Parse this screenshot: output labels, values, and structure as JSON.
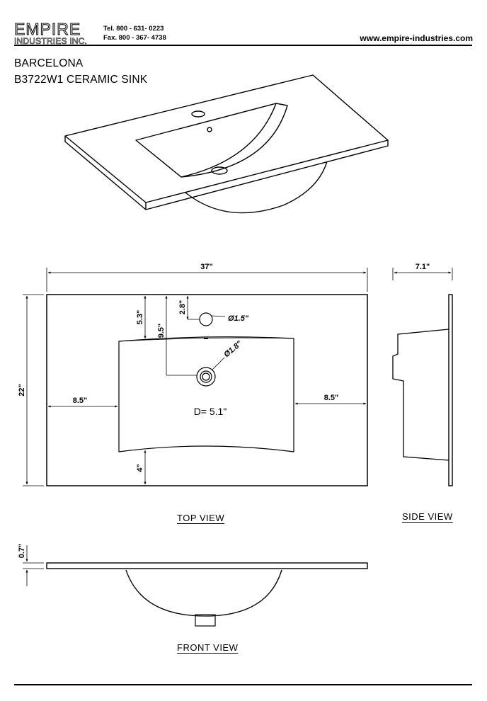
{
  "header": {
    "logo_main": "EMPIRE",
    "logo_sub": "INDUSTRIES INC.",
    "tel": "Tel. 800 - 631- 0223",
    "fax": "Fax. 800 - 367- 4738",
    "website": "www.empire-industries.com"
  },
  "product": {
    "line": "BARCELONA",
    "model": "B3722W1  CERAMIC SINK"
  },
  "top_view": {
    "label": "TOP  VIEW",
    "width": "37\"",
    "height": "22\"",
    "left_margin": "8.5\"",
    "right_margin": "8.5\"",
    "faucet_offset": "2.8\"",
    "bowl_offset": "5.3\"",
    "drain_offset": "9.5\"",
    "front_margin": "4\"",
    "faucet_hole": "Ø1.5\"",
    "drain_hole": "Ø1.8\"",
    "depth": "D= 5.1\""
  },
  "side_view": {
    "label": "SIDE  VIEW",
    "width": "7.1\""
  },
  "front_view": {
    "label": "FRONT  VIEW",
    "thickness": "0.7\""
  }
}
